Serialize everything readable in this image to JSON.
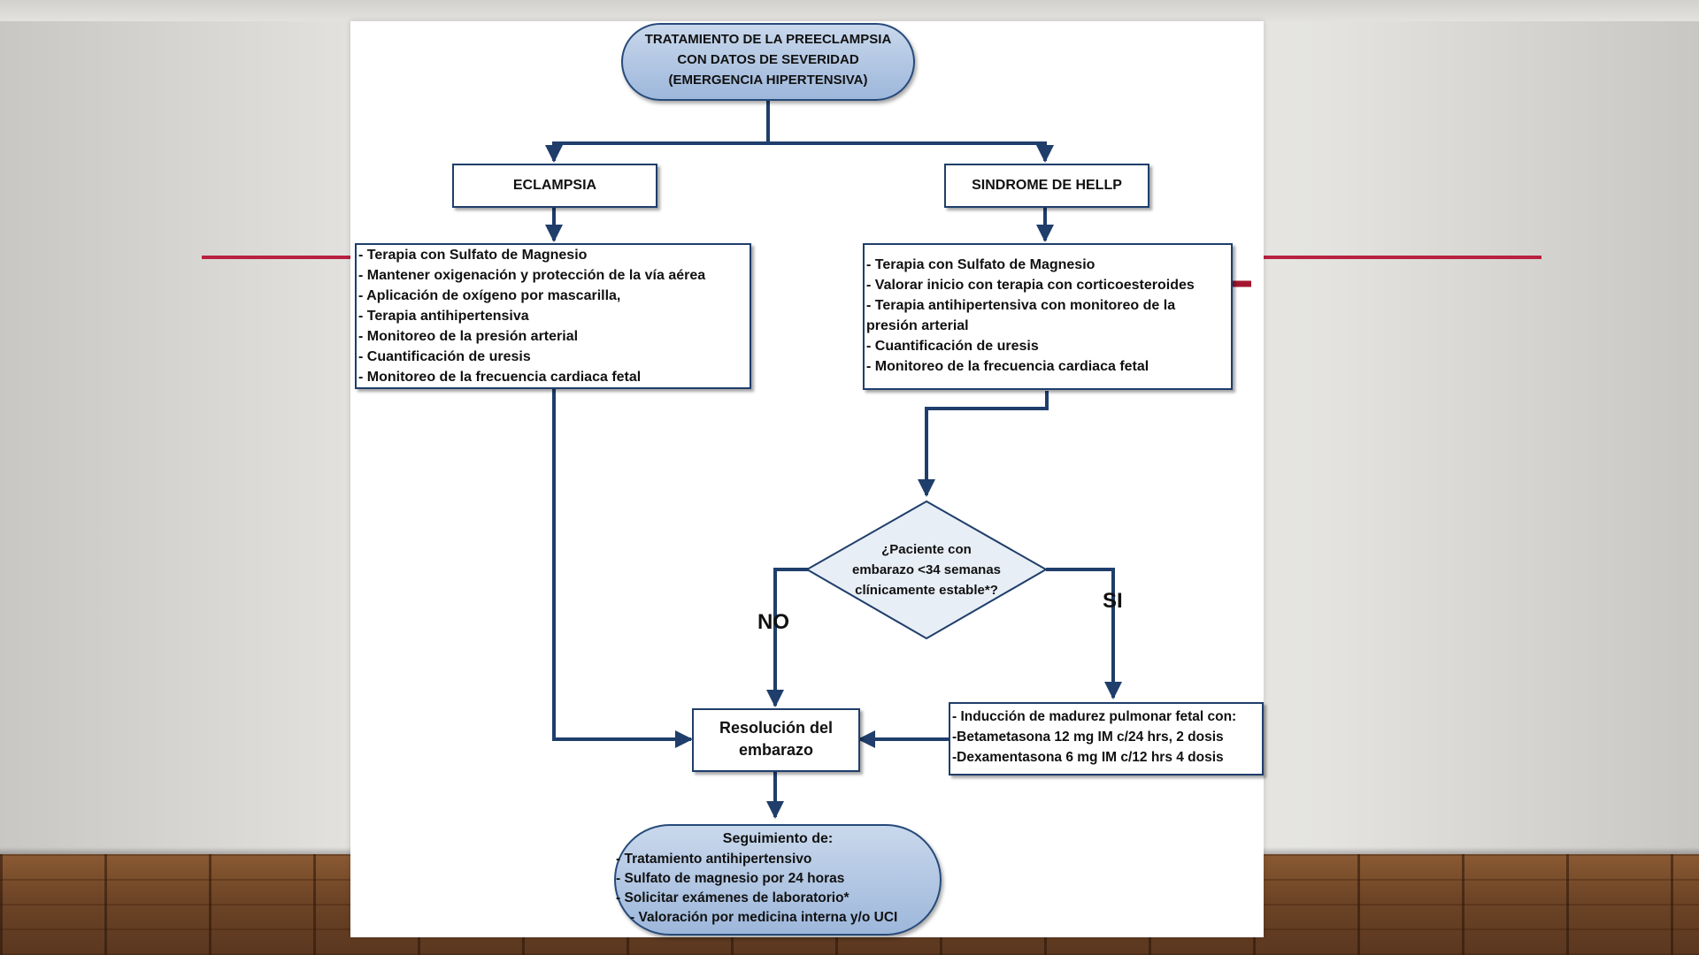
{
  "colors": {
    "accent_line": "#b8213f",
    "arrow_red": "#a3172f",
    "flow_blue": "#1f3e6b",
    "pill_fill": "#a9c0e0",
    "diamond_fill": "#e8eef6"
  },
  "diagram": {
    "title_lines": [
      "TRATAMIENTO DE LA PREECLAMPSIA",
      "CON DATOS DE SEVERIDAD",
      "(EMERGENCIA HIPERTENSIVA)"
    ],
    "eclampsia": {
      "label": "ECLAMPSIA",
      "items": [
        "- Terapia con Sulfato de Magnesio",
        "- Mantener oxigenación y protección de la vía aérea",
        "- Aplicación de oxígeno por mascarilla,",
        "- Terapia antihipertensiva",
        "- Monitoreo de la presión arterial",
        "- Cuantificación de uresis",
        "- Monitoreo  de la frecuencia cardiaca fetal"
      ]
    },
    "hellp": {
      "label": "SINDROME DE HELLP",
      "items": [
        "- Terapia con Sulfato de Magnesio",
        "- Valorar inicio con terapia  con corticoesteroides",
        "- Terapia antihipertensiva  con monitoreo de la presión arterial",
        "- Cuantificación de uresis",
        "- Monitoreo  de la frecuencia cardiaca fetal"
      ]
    },
    "decision_lines": [
      "¿Paciente con",
      "embarazo <34 semanas",
      "clínicamente estable*?"
    ],
    "no_label": "NO",
    "si_label": "SI",
    "resolution_lines": [
      "Resolución del",
      "embarazo"
    ],
    "maturation": {
      "items": [
        "- Inducción de madurez pulmonar fetal con:",
        "-Betametasona 12 mg IM c/24 hrs, 2 dosis",
        "-Dexamentasona 6 mg IM c/12 hrs 4 dosis"
      ]
    },
    "followup": {
      "title": "Seguimiento de:",
      "items": [
        "- Tratamiento antihipertensivo",
        "- Sulfato de magnesio por 24 horas",
        "- Solicitar exámenes de laboratorio*",
        "- Valoración por medicina interna y/o UCI"
      ]
    }
  }
}
